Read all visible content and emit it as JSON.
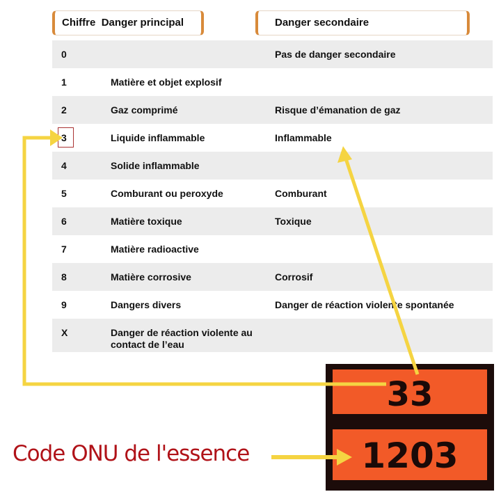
{
  "headers": {
    "chiffre": "Chiffre",
    "principal": "Danger principal",
    "secondaire": "Danger secondaire"
  },
  "rows": [
    {
      "digit": "0",
      "principal": "",
      "secondaire": "Pas de danger secondaire"
    },
    {
      "digit": "1",
      "principal": "Matière et objet explosif",
      "secondaire": ""
    },
    {
      "digit": "2",
      "principal": "Gaz comprimé",
      "secondaire": "Risque d’émanation de gaz"
    },
    {
      "digit": "3",
      "principal": "Liquide inflammable",
      "secondaire": "Inflammable"
    },
    {
      "digit": "4",
      "principal": "Solide inflammable",
      "secondaire": ""
    },
    {
      "digit": "5",
      "principal": "Comburant ou peroxyde",
      "secondaire": "Comburant"
    },
    {
      "digit": "6",
      "principal": "Matière toxique",
      "secondaire": "Toxique"
    },
    {
      "digit": "7",
      "principal": "Matière radioactive",
      "secondaire": ""
    },
    {
      "digit": "8",
      "principal": "Matière corrosive",
      "secondaire": "Corrosif"
    },
    {
      "digit": "9",
      "principal": "Dangers divers",
      "secondaire": "Danger de réaction violente spontanée"
    },
    {
      "digit": "X",
      "principal": "Danger de réaction violente au contact de l’eau",
      "secondaire": ""
    }
  ],
  "plate": {
    "hazard_number": "33",
    "un_number": "1203",
    "color": "#f25a28"
  },
  "caption": "Code ONU de l'essence",
  "arrow_color": "#f5d442"
}
